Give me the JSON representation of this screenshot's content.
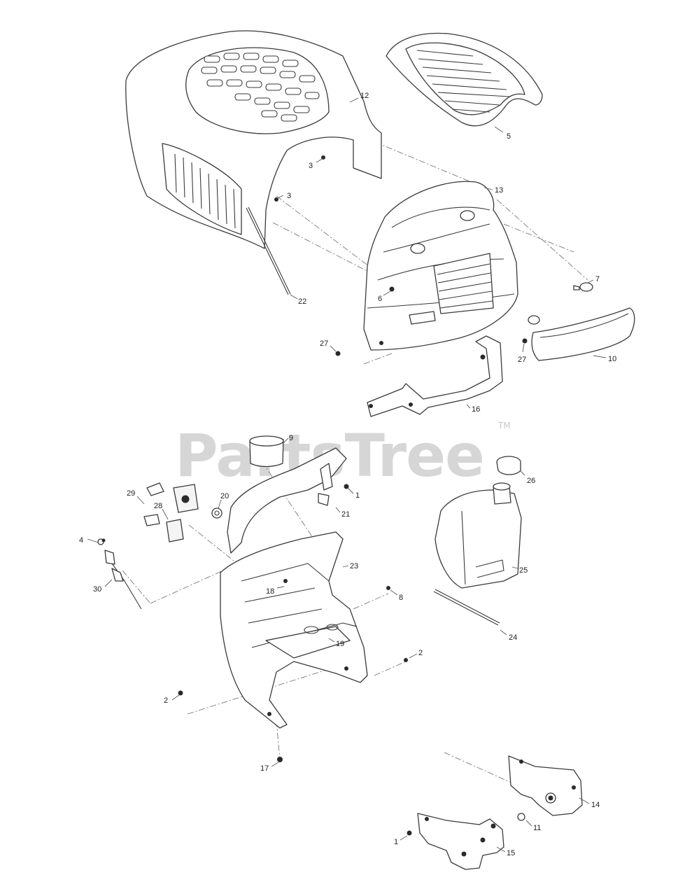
{
  "watermark": {
    "text": "PartsTree",
    "trademark": "TM"
  },
  "callouts": [
    "12",
    "5",
    "3",
    "3",
    "13",
    "7",
    "22",
    "6",
    "27",
    "27",
    "10",
    "16",
    "9",
    "26",
    "29",
    "20",
    "1",
    "28",
    "21",
    "4",
    "23",
    "25",
    "30",
    "18",
    "8",
    "19",
    "24",
    "2",
    "2",
    "17",
    "14",
    "11",
    "1",
    "15"
  ]
}
